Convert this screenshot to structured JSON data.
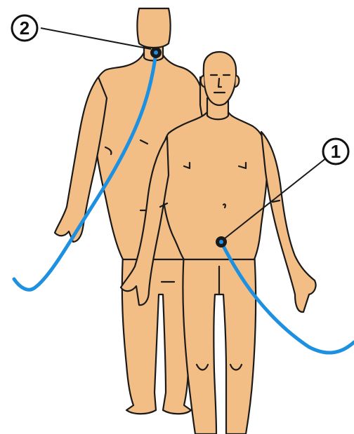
{
  "callouts": [
    {
      "id": "1",
      "label": "1"
    },
    {
      "id": "2",
      "label": "2"
    }
  ],
  "colors": {
    "skin": "#F2BE86",
    "outline": "#1a1a1a",
    "cable": "#1E90E0",
    "electrode": "#1a1a1a",
    "background": "#FFFFFF"
  }
}
